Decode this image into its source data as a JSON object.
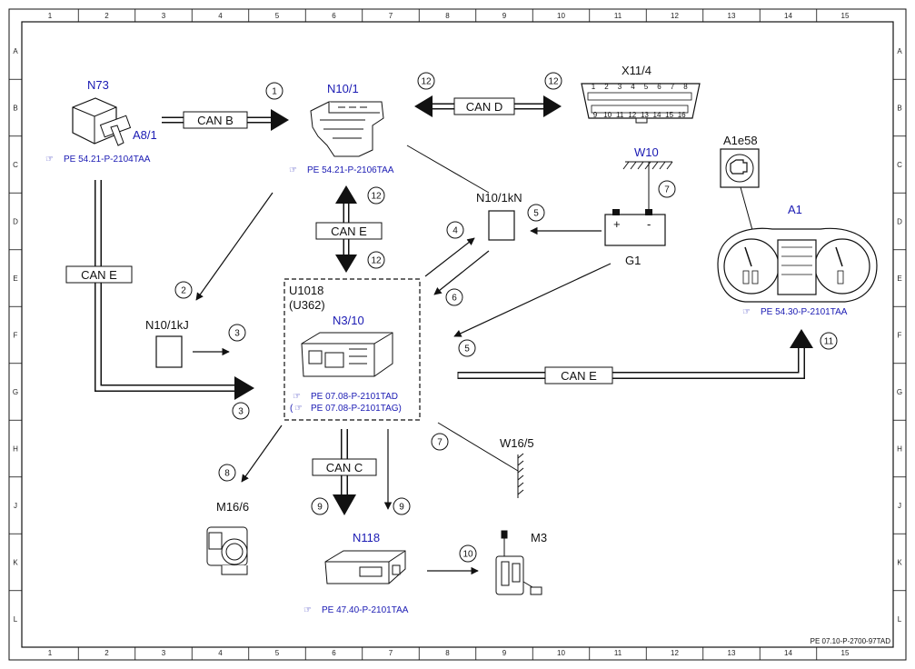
{
  "grid": {
    "columns": [
      "1",
      "2",
      "3",
      "4",
      "5",
      "6",
      "7",
      "8",
      "9",
      "10",
      "11",
      "12",
      "13",
      "14",
      "15"
    ],
    "rows": [
      "A",
      "B",
      "C",
      "D",
      "E",
      "F",
      "G",
      "H",
      "J",
      "K",
      "L"
    ]
  },
  "doc_ref": "PE 07.10-P-2700-97TAD",
  "components": {
    "n73": {
      "label": "N73",
      "sub": "A8/1",
      "ref": "PE 54.21-P-2104TAA"
    },
    "n10_1": {
      "label": "N10/1",
      "ref": "PE 54.21-P-2106TAA"
    },
    "x11_4": {
      "label": "X11/4",
      "pins_top": [
        "1",
        "2",
        "3",
        "4",
        "5",
        "6",
        "7",
        "8"
      ],
      "pins_bottom": [
        "9",
        "10",
        "11",
        "12",
        "13",
        "14",
        "15",
        "16"
      ]
    },
    "w10": {
      "label": "W10"
    },
    "a1e58": {
      "label": "A1e58"
    },
    "a1": {
      "label": "A1",
      "ref": "PE 54.30-P-2101TAA"
    },
    "n10_1kn": {
      "label": "N10/1kN"
    },
    "g1": {
      "label": "G1",
      "plus": "+",
      "minus": "-"
    },
    "n10_1kj": {
      "label": "N10/1kJ"
    },
    "ecu": {
      "label1": "U1018",
      "label2": "(U362)",
      "label3": "N3/10",
      "ref1": "PE 07.08-P-2101TAD",
      "ref2": "PE 07.08-P-2101TAG)",
      "ref2_open": "("
    },
    "w16_5": {
      "label": "W16/5"
    },
    "m16_6": {
      "label": "M16/6"
    },
    "n118": {
      "label": "N118",
      "ref": "PE 47.40-P-2101TAA"
    },
    "m3": {
      "label": "M3"
    }
  },
  "buses": {
    "can_b": "CAN B",
    "can_d": "CAN D",
    "can_e_left": "CAN E",
    "can_e_mid": "CAN E",
    "can_e_bottom": "CAN E",
    "can_c": "CAN C"
  },
  "callouts": {
    "c1": "1",
    "c2": "2",
    "c3a": "3",
    "c3b": "3",
    "c4": "4",
    "c5a": "5",
    "c5b": "5",
    "c6": "6",
    "c7a": "7",
    "c7b": "7",
    "c8": "8",
    "c9a": "9",
    "c9b": "9",
    "c10": "10",
    "c11": "11",
    "c12a": "12",
    "c12b": "12",
    "c12c": "12",
    "c12d": "12"
  },
  "colors": {
    "blue": "#1a1ab3",
    "ink": "#111111"
  }
}
